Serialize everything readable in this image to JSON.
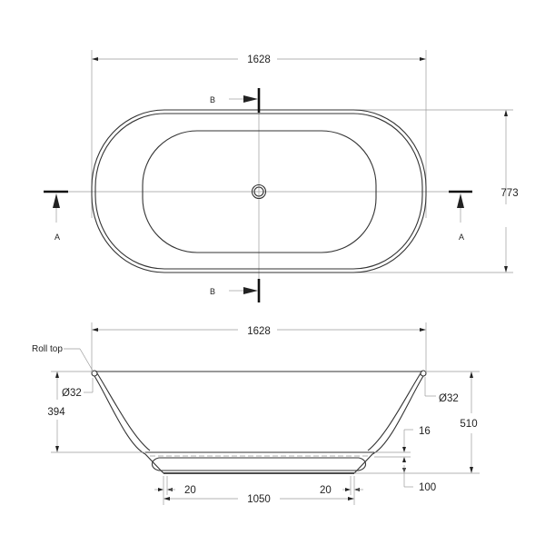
{
  "plan_view": {
    "width_label": "1628",
    "depth_label": "773",
    "section_b_top": "B",
    "section_b_bottom": "B",
    "section_a_left": "A",
    "section_a_right": "A"
  },
  "section_view": {
    "width_label": "1628",
    "roll_top_label": "Roll top",
    "roll_dia_left": "Ø32",
    "roll_dia_right": "Ø32",
    "inner_depth_label": "394",
    "overall_height_label": "510",
    "floor_thickness_label": "16",
    "base_height_label": "100",
    "base_inset_left": "20",
    "base_inset_right": "20",
    "base_length_label": "1050"
  }
}
